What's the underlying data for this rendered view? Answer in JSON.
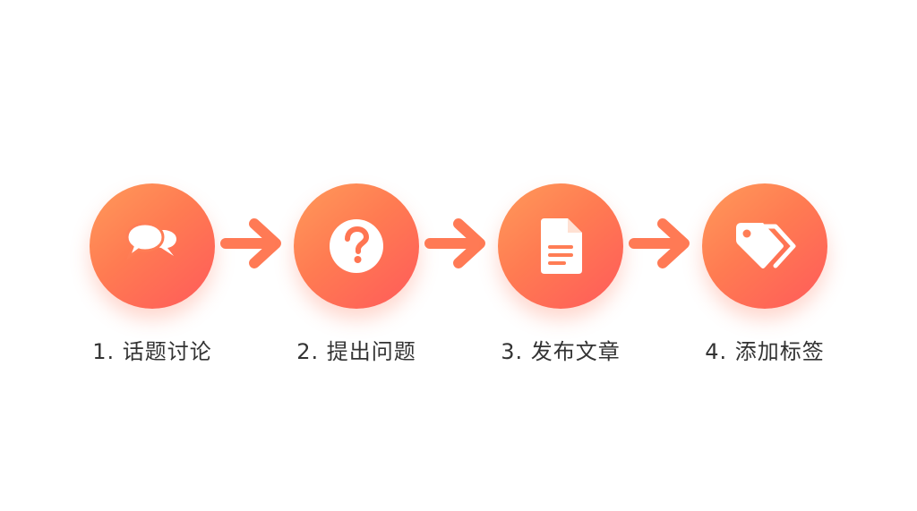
{
  "colors": {
    "gradient_start": "#ff9a5a",
    "gradient_end": "#ff5a5a",
    "arrow": "#ff7a55",
    "label_text": "#333333",
    "icon": "#ffffff"
  },
  "steps": [
    {
      "label": "1. 话题讨论",
      "icon": "chat-bubbles-icon"
    },
    {
      "label": "2. 提出问题",
      "icon": "question-icon"
    },
    {
      "label": "3. 发布文章",
      "icon": "document-icon"
    },
    {
      "label": "4. 添加标签",
      "icon": "tags-icon"
    }
  ]
}
